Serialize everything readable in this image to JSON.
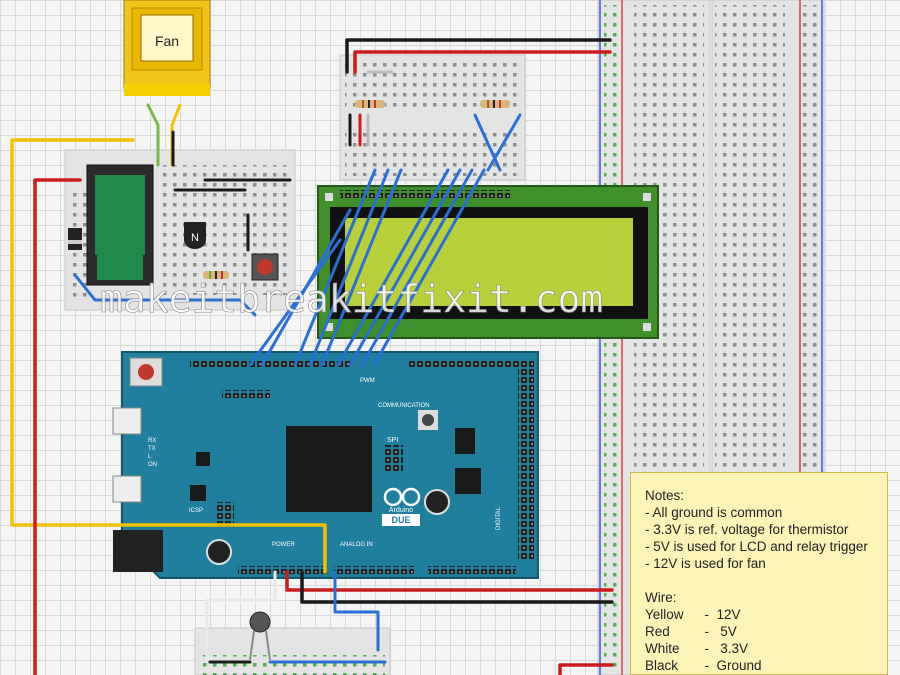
{
  "fan": {
    "label": "Fan"
  },
  "watermark": "makeitbreakitfixit.com",
  "arduino": {
    "logo_text": "Arduino",
    "model": "DUE",
    "labels": {
      "pwm": "PWM",
      "communication": "COMMUNICATION",
      "spi": "SPI",
      "rx": "RX",
      "tx": "TX",
      "l": "L",
      "on": "ON",
      "power": "POWER",
      "analog_in": "ANALOG IN",
      "digital": "DIGITAL",
      "icsp": "ICSP"
    }
  },
  "notes": {
    "title": "Notes:",
    "items": [
      "- All ground is common",
      "- 3.3V is ref. voltage for thermistor",
      "- 5V is used for LCD and relay trigger",
      "- 12V is used for fan"
    ],
    "wire_title": "Wire:",
    "wires": [
      {
        "color": "Yellow",
        "value": "12V"
      },
      {
        "color": "Red",
        "value": "5V"
      },
      {
        "color": "White",
        "value": "3.3V"
      },
      {
        "color": "Black",
        "value": "Ground"
      }
    ]
  },
  "colors": {
    "wire_yellow": "#f2c200",
    "wire_red": "#cc1b1b",
    "wire_black": "#1a1a1a",
    "wire_white": "#e8e8e8",
    "wire_blue": "#2a6fd6",
    "wire_green": "#7ab648",
    "arduino_board": "#1f7f9c",
    "lcd_pcb": "#3f8f2a",
    "lcd_screen": "#b8d03a",
    "note_bg": "#fbf4b6"
  }
}
